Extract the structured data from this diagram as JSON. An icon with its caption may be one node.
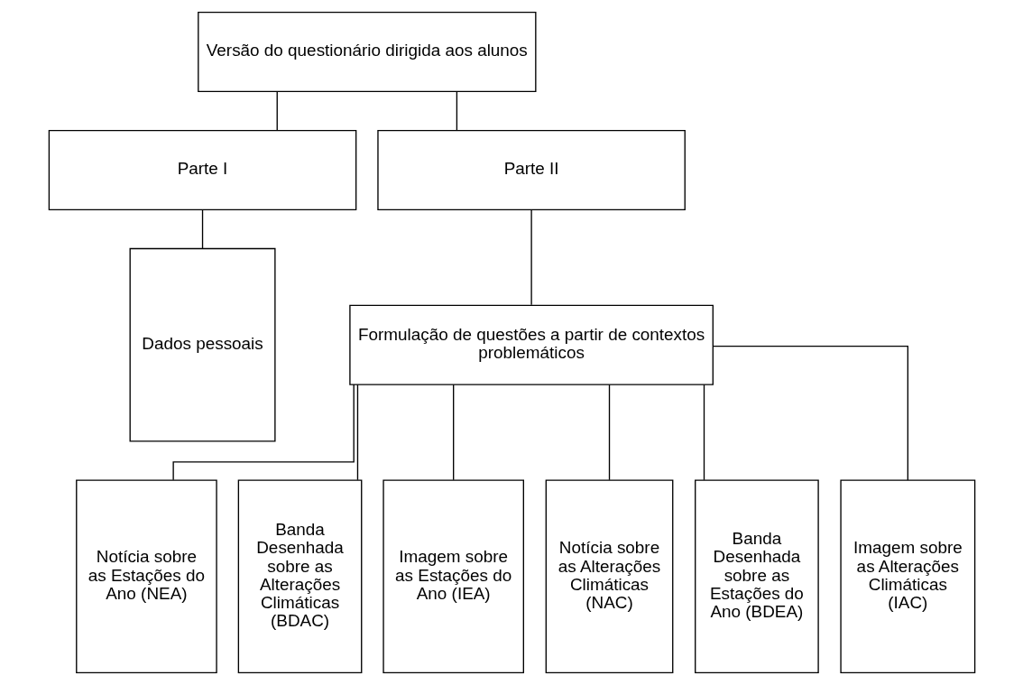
{
  "diagram": {
    "nodes": [
      {
        "text": [
          "Versão do questionário dirigida aos alunos"
        ]
      },
      {
        "text": [
          "Parte I"
        ]
      },
      {
        "text": [
          "Parte II"
        ]
      },
      {
        "text": [
          "Dados pessoais"
        ]
      },
      {
        "text": [
          "Formulação de questões a partir de contextos problemáticos"
        ]
      },
      {
        "text": [
          "Notícia sobre as Estações do Ano (NEA)"
        ]
      },
      {
        "text": [
          "Banda Desenhada sobre as Alterações Climáticas (BDAC)"
        ]
      },
      {
        "text": [
          "Imagem sobre as Estações do Ano (IEA)"
        ]
      },
      {
        "text": [
          "Notícia sobre as Alterações Climáticas (NAC)"
        ]
      },
      {
        "text": [
          "Banda Desenhada sobre as Estações do Ano (BDEA)"
        ]
      },
      {
        "text": [
          "Imagem sobre as Alterações Climáticas (IAC)"
        ]
      }
    ],
    "edges": [
      {
        "from": 0,
        "to": 1,
        "arrow": "none"
      },
      {
        "from": 0,
        "to": 2,
        "arrow": "none"
      },
      {
        "from": 1,
        "to": 3,
        "arrow": "none"
      },
      {
        "from": 2,
        "to": 4,
        "arrow": "none"
      },
      {
        "from": 4,
        "to": 5,
        "arrow": "none"
      },
      {
        "from": 4,
        "to": 6,
        "arrow": "none"
      },
      {
        "from": 4,
        "to": 7,
        "arrow": "none"
      },
      {
        "from": 4,
        "to": 8,
        "arrow": "none"
      },
      {
        "from": 4,
        "to": 9,
        "arrow": "none"
      },
      {
        "from": 4,
        "to": 10,
        "arrow": "none"
      }
    ]
  }
}
